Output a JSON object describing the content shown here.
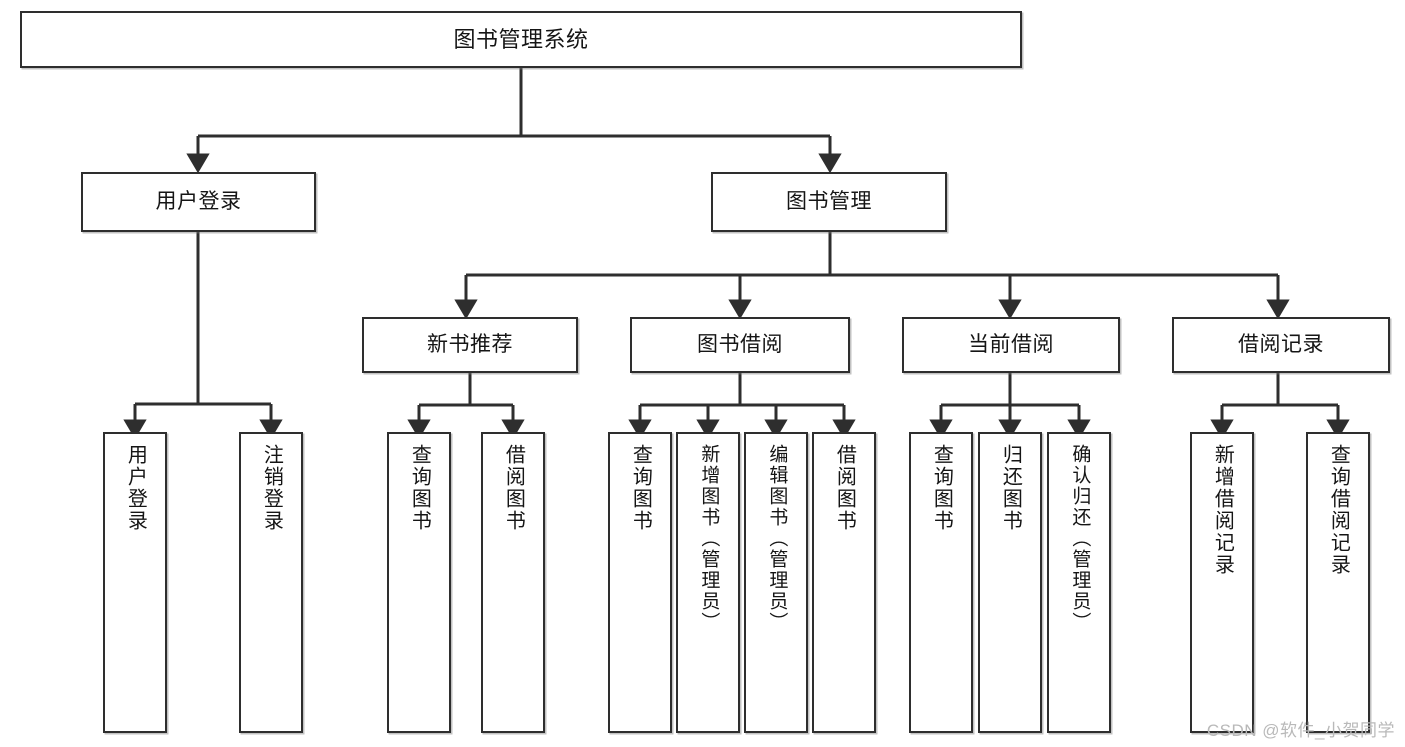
{
  "diagram": {
    "title": "图书管理系统",
    "watermark": "CSDN @软件_小贺同学",
    "colors": {
      "box_border": "#2e2e2e",
      "box_fill": "#ffffff",
      "connector": "#2e2e2e",
      "text": "#151515",
      "watermark": "#b9b9b9",
      "background": "#ffffff"
    },
    "nodes": {
      "root": {
        "label": "图书管理系统"
      },
      "level2": [
        {
          "id": "user-login",
          "label": "用户登录"
        },
        {
          "id": "book-manage",
          "label": "图书管理"
        }
      ],
      "level3": [
        {
          "id": "new-book-recommend",
          "label": "新书推荐"
        },
        {
          "id": "book-borrow",
          "label": "图书借阅"
        },
        {
          "id": "current-borrow",
          "label": "当前借阅"
        },
        {
          "id": "borrow-record",
          "label": "借阅记录"
        }
      ],
      "leaves": {
        "user-login": [
          {
            "id": "leaf-user-login",
            "label": "用户登录"
          },
          {
            "id": "leaf-user-logout",
            "label": "注销登录"
          }
        ],
        "new-book-recommend": [
          {
            "id": "leaf-query-book-1",
            "label": "查询图书"
          },
          {
            "id": "leaf-borrow-book-1",
            "label": "借阅图书"
          }
        ],
        "book-borrow": [
          {
            "id": "leaf-query-book-2",
            "label": "查询图书"
          },
          {
            "id": "leaf-add-book",
            "label": "新增图书（管理员）"
          },
          {
            "id": "leaf-edit-book",
            "label": "编辑图书（管理员）"
          },
          {
            "id": "leaf-borrow-book-2",
            "label": "借阅图书"
          }
        ],
        "current-borrow": [
          {
            "id": "leaf-query-book-3",
            "label": "查询图书"
          },
          {
            "id": "leaf-return-book",
            "label": "归还图书"
          },
          {
            "id": "leaf-confirm-return",
            "label": "确认归还（管理员）"
          }
        ],
        "borrow-record": [
          {
            "id": "leaf-add-record",
            "label": "新增借阅记录"
          },
          {
            "id": "leaf-query-record",
            "label": "查询借阅记录"
          }
        ]
      }
    }
  }
}
